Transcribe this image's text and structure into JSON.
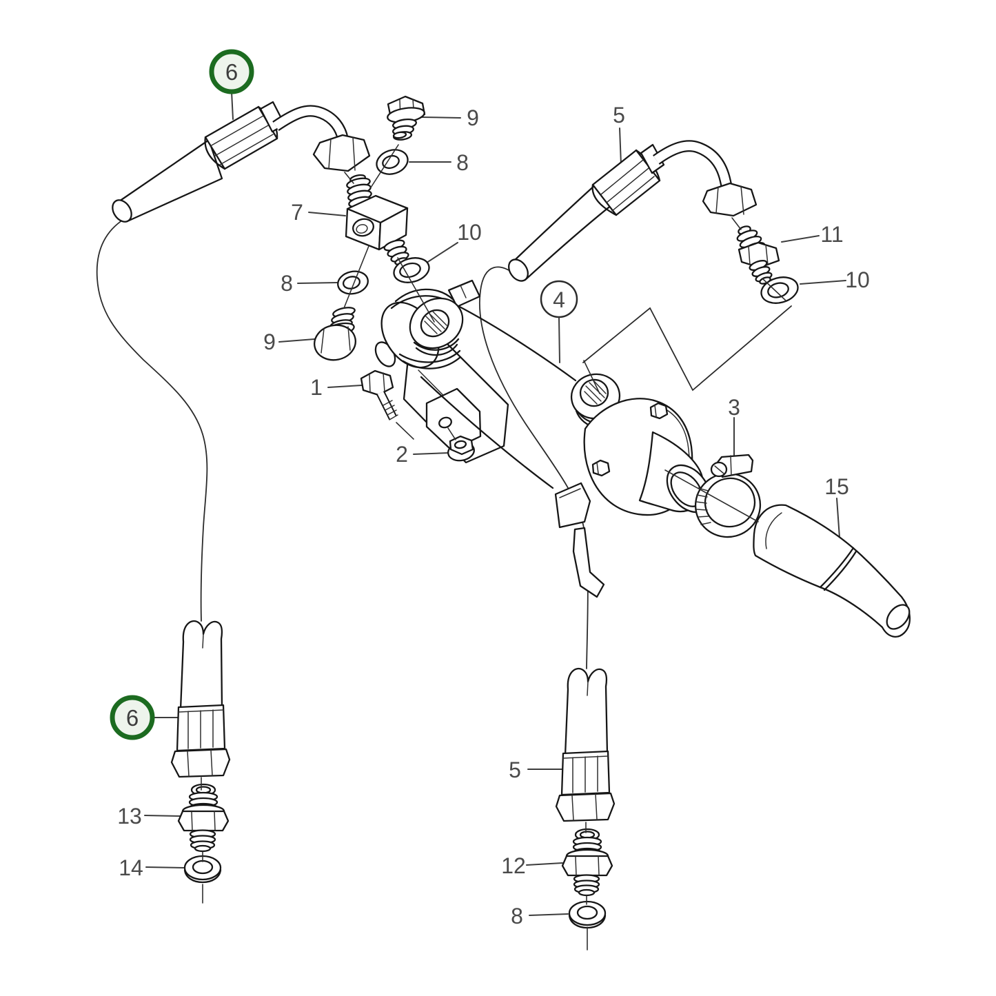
{
  "figure": {
    "kind": "exploded-parts-diagram",
    "highlighted_labels": [
      "6"
    ]
  },
  "colors": {
    "background": "#ffffff",
    "line": "#161616",
    "label": "#4a4a4a",
    "leader": "#3c3c3c",
    "highlight_ring": "#1c6b20",
    "highlight_fill": "#eef4ec",
    "plain_circle_ring": "#2b2b2b"
  },
  "callouts": {
    "c6_top": {
      "label": "6",
      "highlighted": true
    },
    "c9_top": {
      "label": "9",
      "highlighted": false
    },
    "c8_top": {
      "label": "8",
      "highlighted": false
    },
    "c7": {
      "label": "7",
      "highlighted": false
    },
    "c10_left": {
      "label": "10",
      "highlighted": false
    },
    "c8_left": {
      "label": "8",
      "highlighted": false
    },
    "c9_left": {
      "label": "9",
      "highlighted": false
    },
    "c1": {
      "label": "1",
      "highlighted": false
    },
    "c2": {
      "label": "2",
      "highlighted": false
    },
    "c4": {
      "label": "4",
      "highlighted": false
    },
    "c5_top": {
      "label": "5",
      "highlighted": false
    },
    "c11": {
      "label": "11",
      "highlighted": false
    },
    "c10_right": {
      "label": "10",
      "highlighted": false
    },
    "c3": {
      "label": "3",
      "highlighted": false
    },
    "c15": {
      "label": "15",
      "highlighted": false
    },
    "c6_bottom": {
      "label": "6",
      "highlighted": true
    },
    "c13": {
      "label": "13",
      "highlighted": false
    },
    "c14": {
      "label": "14",
      "highlighted": false
    },
    "c5_bottom": {
      "label": "5",
      "highlighted": false
    },
    "c12": {
      "label": "12",
      "highlighted": false
    },
    "c8_bottom": {
      "label": "8",
      "highlighted": false
    }
  }
}
